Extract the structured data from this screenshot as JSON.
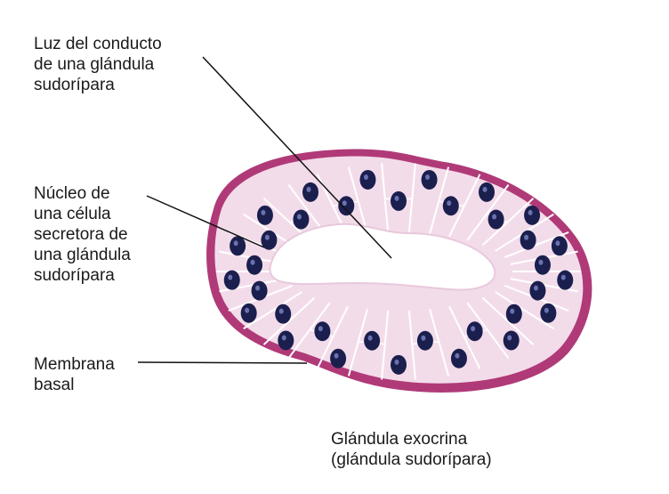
{
  "labels": {
    "duct_lumen": [
      "Luz del conducto",
      "de una glándula",
      "sudorípara"
    ],
    "nucleus": [
      "Núcleo de",
      "una célula",
      "secretora de",
      "una glándula",
      "sudorípara"
    ],
    "basement_membrane": [
      "Membrana",
      "basal"
    ],
    "caption": [
      "Glándula exocrina",
      "(glándula sudorípara)"
    ]
  },
  "colors": {
    "membrane": "#b03a78",
    "cell_fill": "#f3dcea",
    "cell_border": "#ffffff",
    "nucleus": "#1b1f4e",
    "lumen": "#ffffff",
    "leader_line": "#111111"
  }
}
